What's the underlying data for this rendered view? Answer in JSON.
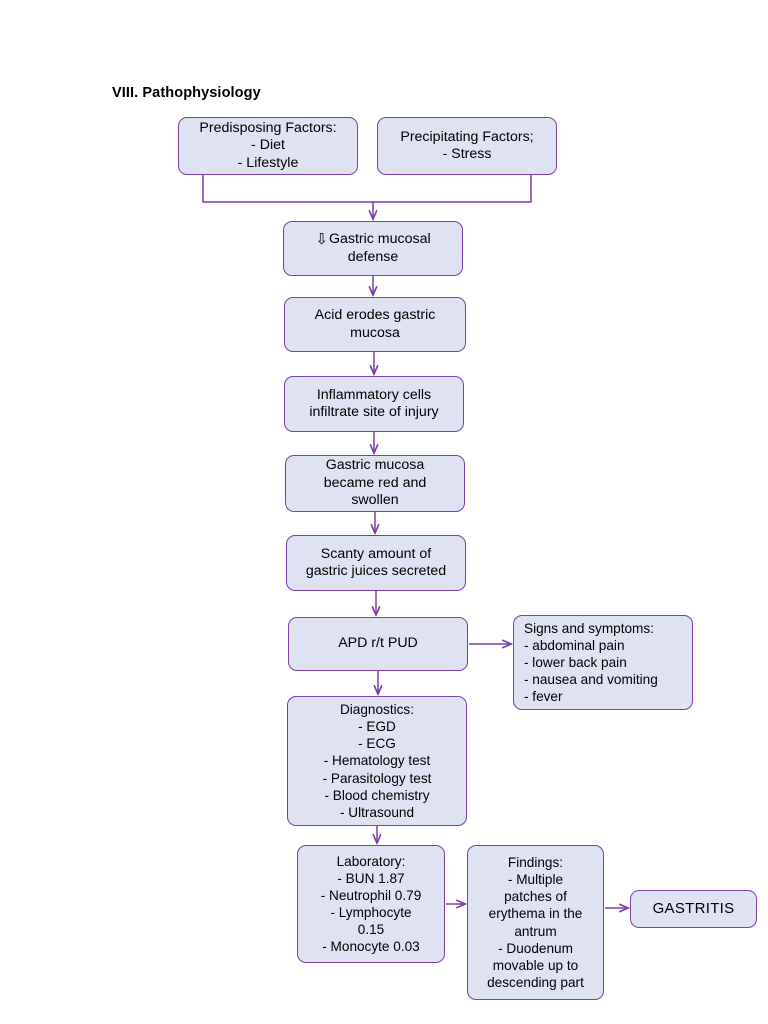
{
  "title": "VIII. Pathophysiology",
  "colors": {
    "box_fill": "#dfe2f1",
    "box_border": "#7a3fa8",
    "connector": "#7a3fa8",
    "text": "#000000",
    "background": "#ffffff"
  },
  "nodes": {
    "predisposing": {
      "lines": [
        "Predisposing Factors:",
        "- Diet",
        "- Lifestyle"
      ],
      "align": "center"
    },
    "precipitating": {
      "lines": [
        "Precipitating Factors;",
        "- Stress"
      ],
      "align": "center"
    },
    "defense": {
      "glyph": "⇩",
      "lines": [
        "Gastric mucosal",
        "defense"
      ],
      "align": "center"
    },
    "acid": {
      "lines": [
        "Acid erodes gastric",
        "mucosa"
      ],
      "align": "center"
    },
    "inflammatory": {
      "lines": [
        "Inflammatory cells",
        "infiltrate site of injury"
      ],
      "align": "center"
    },
    "red_swollen": {
      "lines": [
        "Gastric mucosa",
        "became red and",
        "swollen"
      ],
      "align": "center"
    },
    "scanty": {
      "lines": [
        "Scanty amount of",
        "gastric juices secreted"
      ],
      "align": "center"
    },
    "apd": {
      "lines": [
        "APD r/t PUD"
      ],
      "align": "center"
    },
    "signs": {
      "lines": [
        "Signs and symptoms:",
        "- abdominal pain",
        "- lower back pain",
        "- nausea and vomiting",
        "- fever"
      ],
      "align": "left"
    },
    "diagnostics": {
      "lines": [
        "Diagnostics:",
        "- EGD",
        "- ECG",
        "- Hematology test",
        "- Parasitology test",
        "- Blood chemistry",
        "- Ultrasound"
      ],
      "align": "center"
    },
    "laboratory": {
      "lines": [
        "Laboratory:",
        "- BUN 1.87",
        "- Neutrophil 0.79",
        "- Lymphocyte",
        "0.15",
        "- Monocyte 0.03"
      ],
      "align": "center"
    },
    "findings": {
      "lines": [
        "Findings:",
        "- Multiple",
        "patches of",
        "erythema in the",
        "antrum",
        "- Duodenum",
        "movable up to",
        "descending part"
      ],
      "align": "center"
    },
    "gastritis": {
      "lines": [
        "GASTRITIS"
      ],
      "align": "center"
    }
  }
}
